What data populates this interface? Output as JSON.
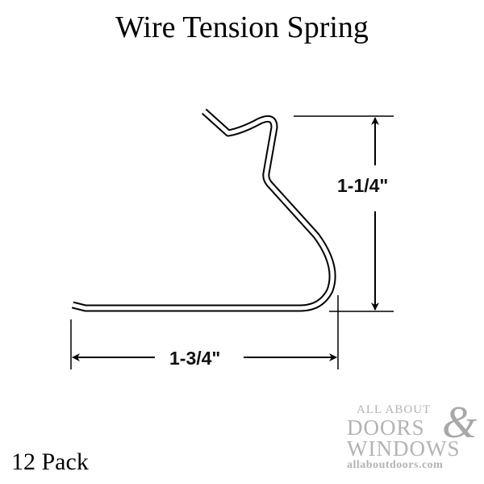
{
  "title": "Wire Tension Spring",
  "dimensions": {
    "height": "1-1/4\"",
    "width": "1-3/4\""
  },
  "pack": "12 Pack",
  "logo": {
    "line1": "ALL ABOUT",
    "line2": "DOORS",
    "ampersand": "&",
    "line3": "WINDOWS",
    "url": "allaboutdoors.com"
  },
  "colors": {
    "line": "#000000",
    "logo": "#b3b3b3"
  }
}
